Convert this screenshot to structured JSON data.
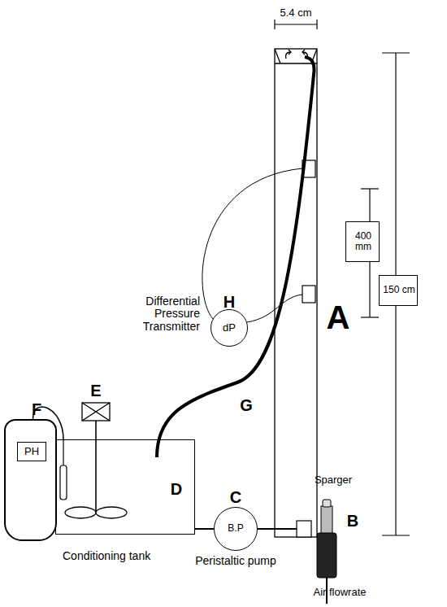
{
  "diagram": {
    "nodes": [
      {
        "text": [
          "PH",
          "F"
        ]
      },
      {
        "text": [
          "D",
          "Conditioning tank"
        ]
      },
      {
        "text": [
          "B.P",
          "C",
          "Peristaltic pump"
        ]
      },
      {
        "text": [
          "dP",
          "H",
          "Differential Pressure Transmitter"
        ]
      },
      {
        "text": [
          "400 mm"
        ]
      },
      {
        "text": [
          "150 cm"
        ]
      }
    ],
    "edges": [
      {
        "from": 0,
        "to": 1,
        "arrow": "none"
      },
      {
        "from": 1,
        "to": 2,
        "arrow": "none"
      }
    ],
    "labels": [
      "5.4 cm",
      "A",
      "B",
      "Sparger",
      "Air flowrate",
      "E",
      "G"
    ]
  }
}
